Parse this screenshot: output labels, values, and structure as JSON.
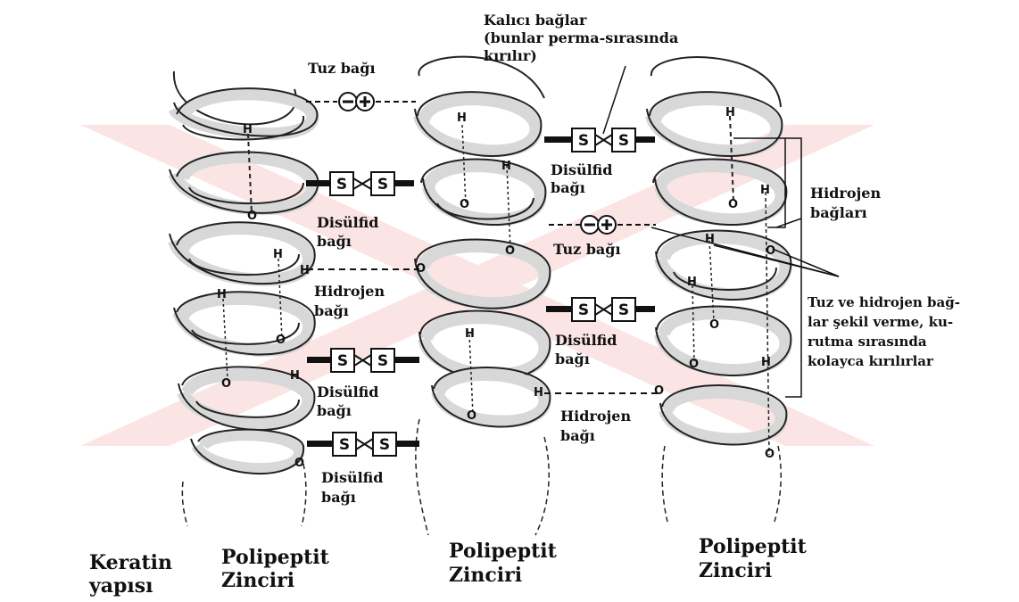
{
  "watermark": {
    "color": "#e53935"
  },
  "labels": {
    "kalici_1": "Kalıcı bağlar",
    "kalici_2": "(bunlar perma-sırasında",
    "kalici_3": "kırılır)",
    "tuz_bagi": "Tuz bağı",
    "disulfid": "Disülfid",
    "bagi": "bağı",
    "hidrojen": "Hidrojen",
    "hidrojen_baglari_1": "Hidrojen",
    "hidrojen_baglari_2": "bağları",
    "tuz_hid_1": "Tuz ve hidrojen bağ-",
    "tuz_hid_2": "lar şekil verme, ku-",
    "tuz_hid_3": "rutma  sırasında",
    "tuz_hid_4": "kolayca kırılırlar",
    "keratin_1": "Keratin",
    "keratin_2": "yapısı",
    "polipeptit": "Polipeptit",
    "zinciri": "Zinciri",
    "atom_h": "H",
    "atom_o": "O",
    "sulfur": "S"
  }
}
